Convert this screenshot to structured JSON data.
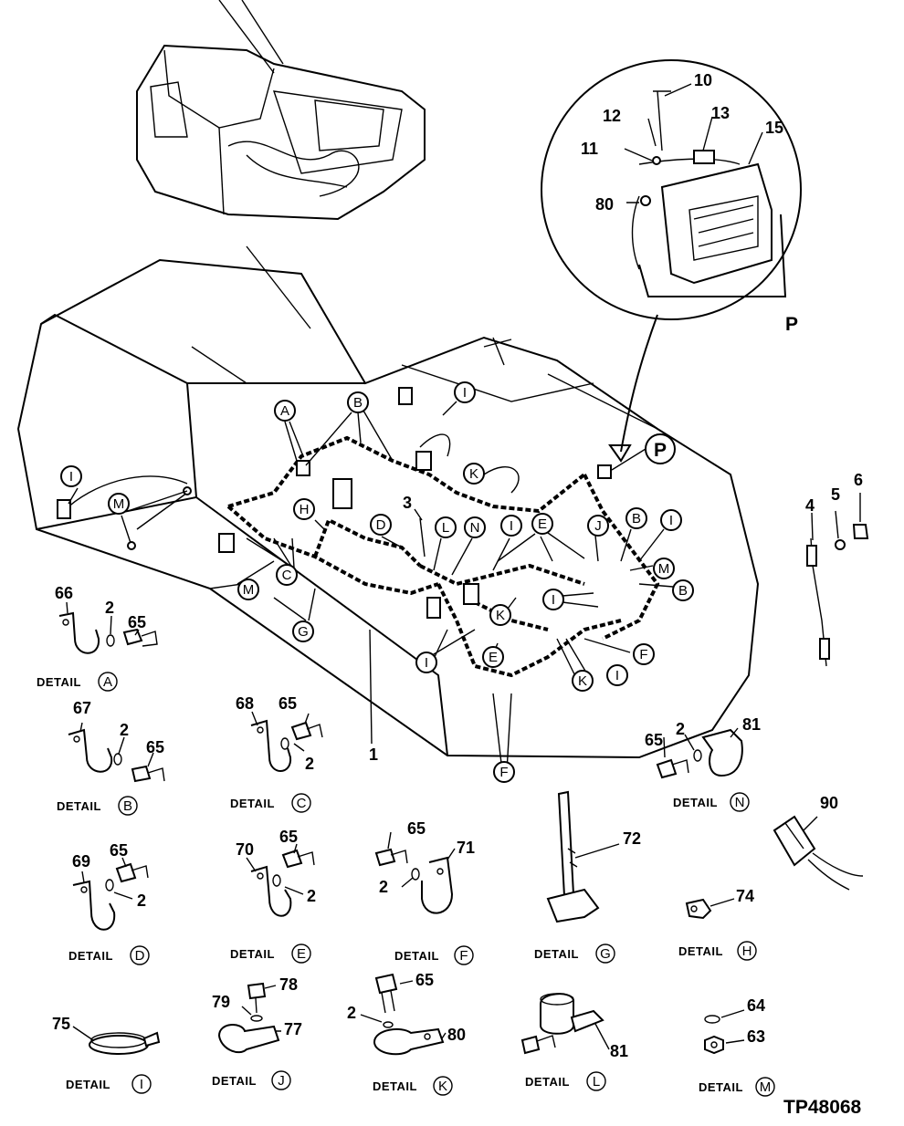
{
  "figure_id": "TP48068",
  "inset_view_label": "P",
  "main_harness_label": "1",
  "callouts_on_machine": [
    "A",
    "B",
    "I",
    "M",
    "C",
    "H",
    "G",
    "D",
    "L",
    "N",
    "K",
    "E",
    "F",
    "J",
    "P"
  ],
  "part_numbers": [
    "1",
    "2",
    "3",
    "4",
    "5",
    "6",
    "10",
    "11",
    "12",
    "13",
    "15",
    "63",
    "64",
    "65",
    "66",
    "67",
    "68",
    "69",
    "70",
    "71",
    "72",
    "74",
    "75",
    "77",
    "78",
    "79",
    "80",
    "81",
    "90"
  ],
  "detail_word": "DETAIL",
  "details": [
    {
      "id": "A",
      "parts": [
        "66",
        "2",
        "65"
      ]
    },
    {
      "id": "B",
      "parts": [
        "67",
        "2",
        "65"
      ]
    },
    {
      "id": "C",
      "parts": [
        "68",
        "65",
        "2"
      ]
    },
    {
      "id": "N",
      "parts": [
        "65",
        "2",
        "81"
      ]
    },
    {
      "id": "D",
      "parts": [
        "69",
        "65",
        "2"
      ]
    },
    {
      "id": "E",
      "parts": [
        "70",
        "65",
        "2"
      ]
    },
    {
      "id": "F",
      "parts": [
        "65",
        "2",
        "71"
      ]
    },
    {
      "id": "G",
      "parts": [
        "72"
      ]
    },
    {
      "id": "H",
      "parts": [
        "74"
      ]
    },
    {
      "id": "I",
      "parts": [
        "75"
      ]
    },
    {
      "id": "J",
      "parts": [
        "79",
        "78",
        "77"
      ]
    },
    {
      "id": "K",
      "parts": [
        "65",
        "2",
        "80"
      ]
    },
    {
      "id": "L",
      "parts": [
        "81"
      ]
    },
    {
      "id": "M",
      "parts": [
        "64",
        "63"
      ]
    }
  ],
  "inset_parts": [
    "10",
    "12",
    "13",
    "15",
    "11",
    "80"
  ],
  "right_parts": [
    "4",
    "5",
    "6"
  ],
  "separate_part": "90"
}
